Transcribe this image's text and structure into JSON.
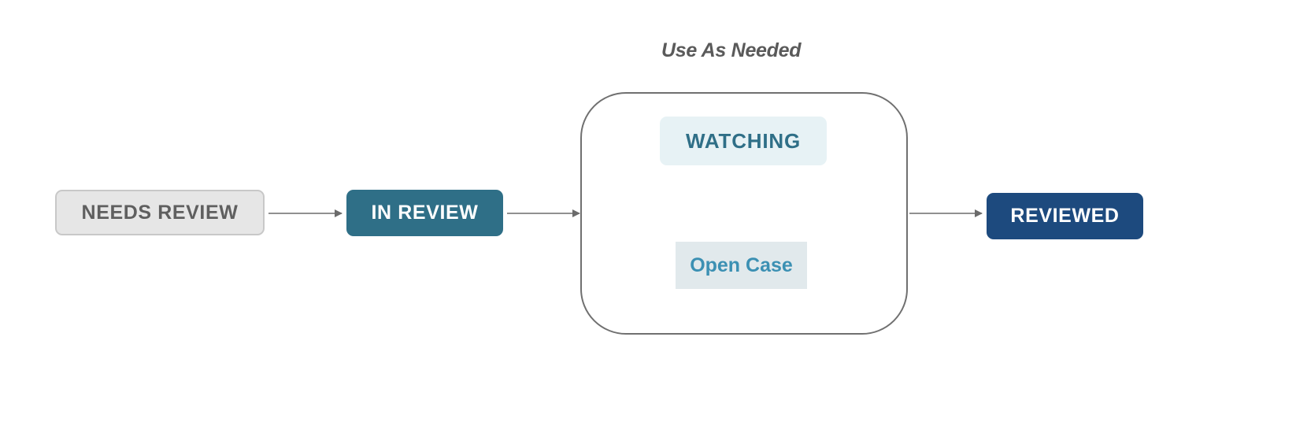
{
  "diagram": {
    "group": {
      "caption": "Use As Needed",
      "states": [
        {
          "label": "WATCHING"
        },
        {
          "label": "Open Case"
        }
      ]
    },
    "states": {
      "needs_review": "NEEDS REVIEW",
      "in_review": "IN REVIEW",
      "reviewed": "REVIEWED"
    },
    "flow": [
      "NEEDS REVIEW",
      "IN REVIEW",
      "Use As Needed",
      "REVIEWED"
    ]
  },
  "colors": {
    "needs_review_bg": "#e6e6e6",
    "in_review_bg": "#2f6f87",
    "watching_bg": "#e7f2f5",
    "open_case_bg": "#e1e9ec",
    "reviewed_bg": "#1d4a7e",
    "arrow": "#6b6b6b"
  }
}
